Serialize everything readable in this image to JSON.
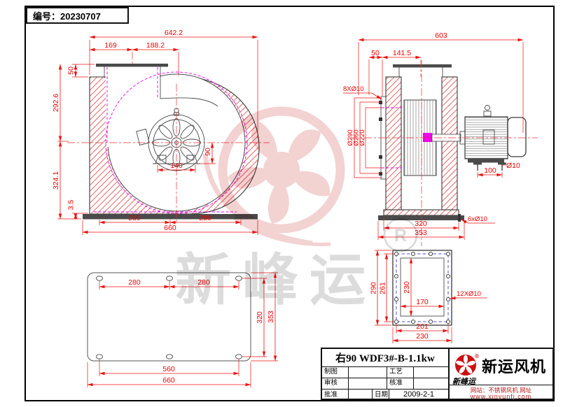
{
  "doc_number": "编号：20230707",
  "front_view": {
    "dim_total_width": "642.2",
    "dim_169": "169",
    "dim_188_2": "188.2",
    "dim_50": "50",
    "dim_292_6": "292.6",
    "dim_324_1": "324.1",
    "dim_3_5": "3.5",
    "dim_140": "140",
    "dim_90": "90",
    "dim_280_left": "280",
    "dim_280_right": "280",
    "dim_660": "660"
  },
  "side_view": {
    "dim_603": "603",
    "dim_50": "50",
    "dim_141_5": "141.5",
    "dim_8x10": "8XØ10",
    "dim_d290": "Ø290",
    "dim_d260": "Ø260",
    "dim_d220": "Ø220",
    "dim_100": "100",
    "dim_d10": "Ø10",
    "dim_320": "320",
    "dim_353": "353",
    "dim_6x10": "6xØ10"
  },
  "flange_view": {
    "dim_290": "290",
    "dim_261": "261",
    "dim_230_vert": "230",
    "dim_170": "170",
    "dim_12x10": "12XØ10",
    "dim_201": "201",
    "dim_230_bottom": "230"
  },
  "plate_view": {
    "dim_280_left": "280",
    "dim_280_right": "280",
    "dim_320": "320",
    "dim_353": "353",
    "dim_560": "560",
    "dim_660": "660"
  },
  "title_block": {
    "model": "右90 WDF3#-B-1.1kw",
    "drawn_label": "制图",
    "checked_label": "审核",
    "ratified_label": "批准",
    "process_label": "工艺",
    "approved_label": "核准",
    "date_label": "日期",
    "date_value": "2009-2-1"
  },
  "company": {
    "name": "新运风机",
    "logo_script": "新峰运",
    "registered_mark": "®",
    "website_line": "网站：不锈钢风机.网址",
    "url_line": "www.xinyunfj.com"
  },
  "watermark": {
    "brand_text": "新峰运",
    "registered": "R"
  },
  "colors": {
    "dimension_red": "#f01010",
    "hatch_red": "#e87070",
    "magenta": "#ee00ee",
    "flange_blue": "#5050d8",
    "outline_dark": "#3a3a3a",
    "logo_red": "#cc1111",
    "watermark_pink": "#f3d2d2",
    "watermark_gray": "#dcdcdc"
  }
}
